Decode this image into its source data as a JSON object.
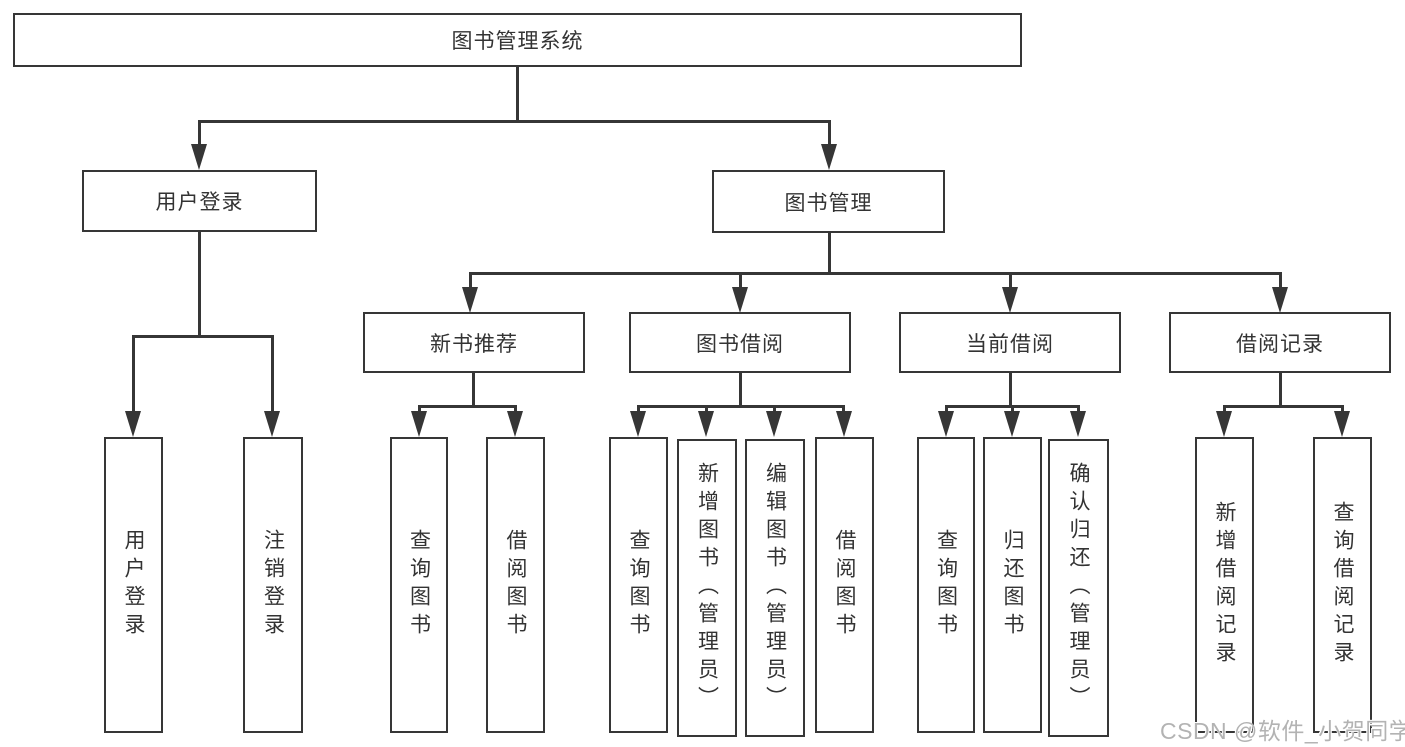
{
  "diagram": {
    "type": "hierarchy",
    "title": "图书管理系统",
    "branches": [
      {
        "label": "用户登录",
        "children": [
          "用户登录",
          "注销登录"
        ]
      },
      {
        "label": "图书管理",
        "children": [
          {
            "label": "新书推荐",
            "children": [
              "查询图书",
              "借阅图书"
            ]
          },
          {
            "label": "图书借阅",
            "children": [
              "查询图书",
              "新增图书（管理员）",
              "编辑图书（管理员）",
              "借阅图书"
            ]
          },
          {
            "label": "当前借阅",
            "children": [
              "查询图书",
              "归还图书",
              "确认归还（管理员）"
            ]
          },
          {
            "label": "借阅记录",
            "children": [
              "新增借阅记录",
              "查询借阅记录"
            ]
          }
        ]
      }
    ]
  },
  "watermark": {
    "text": "CSDN @软件_小贺同学"
  },
  "colors": {
    "line": "#363636",
    "text": "#333333",
    "background": "#ffffff",
    "watermark": "#b3b3b3"
  }
}
